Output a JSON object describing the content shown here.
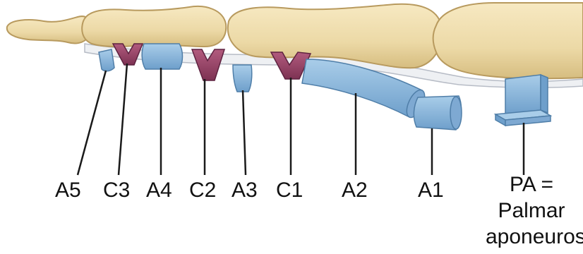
{
  "labels": {
    "a5": "A5",
    "c3": "C3",
    "a4": "A4",
    "c2": "C2",
    "a3": "A3",
    "c1": "C1",
    "a2": "A2",
    "a1": "A1",
    "pa_line1": "PA =",
    "pa_line2": "Palmar",
    "pa_line3": "aponeurosis"
  },
  "colors": {
    "bone": "#ecd9a6",
    "bone_outline": "#b89a5e",
    "tendon": "#eef0f3",
    "annular_pulley": "#8fb9dc",
    "annular_pulley_dark": "#5e8fbd",
    "cruciate_pulley": "#9b4668",
    "cruciate_pulley_dark": "#6f2a47",
    "leader_line": "#1a1a1a",
    "text": "#111111"
  }
}
